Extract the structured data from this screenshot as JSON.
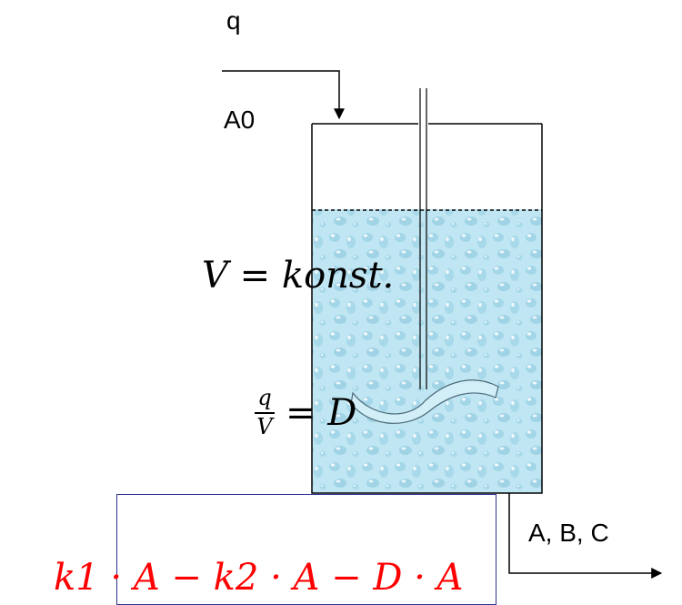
{
  "inflow": {
    "rate_label": "q",
    "concentration_label": "A0"
  },
  "outflow": {
    "components_label": "A, B, C"
  },
  "constraint": {
    "text": "V = konst."
  },
  "dilution": {
    "numerator": "q",
    "denominator": "V",
    "rhs": "= D"
  },
  "balance_equation": {
    "text": "k1 · A − k2 · A − D · A"
  },
  "colors": {
    "liquid": "#bfe6f2",
    "equation_text": "#ff0000",
    "equation_border": "#2e3192"
  }
}
